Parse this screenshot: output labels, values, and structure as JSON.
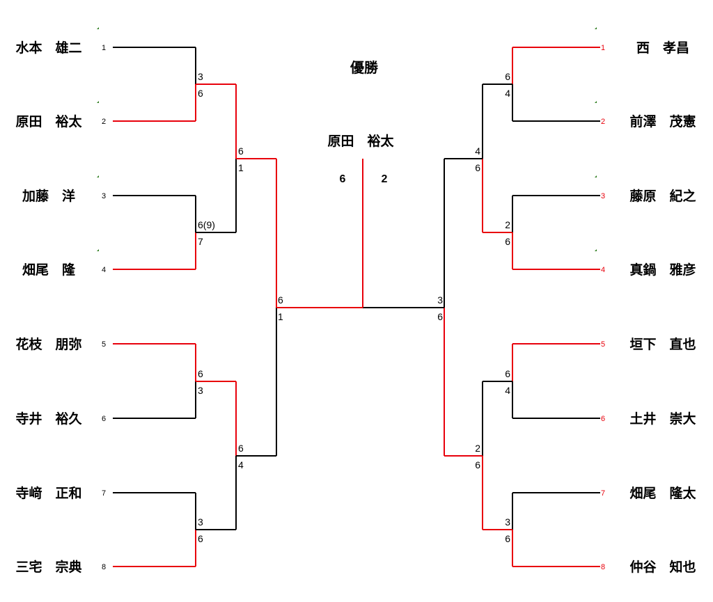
{
  "title": "優勝",
  "champion": {
    "name": "原田　裕太",
    "score_left": "6",
    "score_right": "2"
  },
  "left": {
    "players": [
      {
        "name": "水本　雄二",
        "seed": "1"
      },
      {
        "name": "原田　裕太",
        "seed": "2"
      },
      {
        "name": "加藤　洋",
        "seed": "3"
      },
      {
        "name": "畑尾　隆",
        "seed": "4"
      },
      {
        "name": "花枝　朋弥",
        "seed": "5"
      },
      {
        "name": "寺井　裕久",
        "seed": "6"
      },
      {
        "name": "寺﨑　正和",
        "seed": "7"
      },
      {
        "name": "三宅　宗典",
        "seed": "8"
      }
    ],
    "r1": [
      {
        "top": "3",
        "bottom": "6",
        "winner": "bottom"
      },
      {
        "top": "6(9)",
        "bottom": "7",
        "winner": "bottom"
      },
      {
        "top": "6",
        "bottom": "3",
        "winner": "top"
      },
      {
        "top": "3",
        "bottom": "6",
        "winner": "bottom"
      }
    ],
    "r2": [
      {
        "top": "6",
        "bottom": "1",
        "winner": "top"
      },
      {
        "top": "6",
        "bottom": "4",
        "winner": "top"
      }
    ],
    "r3": {
      "top": "6",
      "bottom": "1",
      "winner": "top"
    }
  },
  "right": {
    "players": [
      {
        "name": "西　孝昌",
        "seed": "1"
      },
      {
        "name": "前澤　茂憲",
        "seed": "2"
      },
      {
        "name": "藤原　紀之",
        "seed": "3"
      },
      {
        "name": "真鍋　雅彦",
        "seed": "4"
      },
      {
        "name": "垣下　直也",
        "seed": "5"
      },
      {
        "name": "土井　崇大",
        "seed": "6"
      },
      {
        "name": "畑尾　隆太",
        "seed": "7"
      },
      {
        "name": "仲谷　知也",
        "seed": "8"
      }
    ],
    "r1": [
      {
        "top": "6",
        "bottom": "4",
        "winner": "top"
      },
      {
        "top": "2",
        "bottom": "6",
        "winner": "bottom"
      },
      {
        "top": "6",
        "bottom": "4",
        "winner": "top"
      },
      {
        "top": "3",
        "bottom": "6",
        "winner": "bottom"
      }
    ],
    "r2": [
      {
        "top": "4",
        "bottom": "6",
        "winner": "bottom"
      },
      {
        "top": "2",
        "bottom": "6",
        "winner": "bottom"
      }
    ],
    "r3": {
      "top": "3",
      "bottom": "6",
      "winner": "bottom"
    }
  },
  "colors": {
    "win": "#e8000b",
    "lose": "#000000",
    "seed_right": "#e8000b",
    "seed_left": "#000000",
    "corner_mark": "#2e7d1f"
  }
}
